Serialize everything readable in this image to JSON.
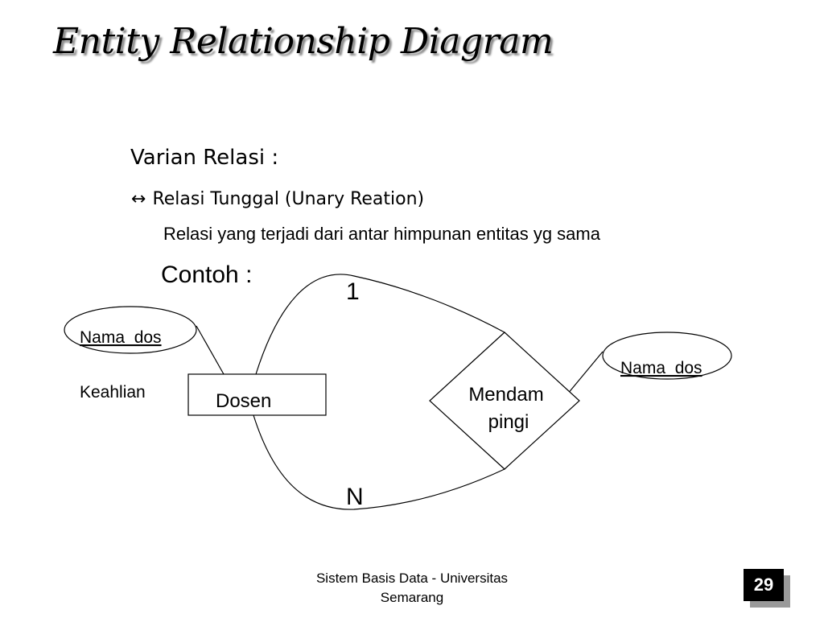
{
  "slide": {
    "title": "Entity Relationship Diagram",
    "heading": "Varian Relasi :",
    "subheading_icon": "left-right-arrow-icon",
    "subheading_arrow": "↔",
    "subheading": "Relasi Tunggal (Unary Reation)",
    "description": "Relasi yang terjadi dari antar himpunan entitas yg sama",
    "example_label": "Contoh :"
  },
  "diagram": {
    "entity": "Dosen",
    "relationship_line1": "Mendam",
    "relationship_line2": "pingi",
    "attr_left": "Nama_dos",
    "attr_right": "Nama_dos",
    "attr_plain": "Keahlian",
    "cardinality_top": "1",
    "cardinality_bottom": "N"
  },
  "footer": {
    "text": "Sistem Basis Data - Universitas Semarang",
    "page_number": "29"
  },
  "colors": {
    "background": "#ffffff",
    "text": "#000000",
    "title_shadow": "#8a8a8a",
    "badge": "#000000",
    "badge_shadow": "#9a9a9a"
  }
}
